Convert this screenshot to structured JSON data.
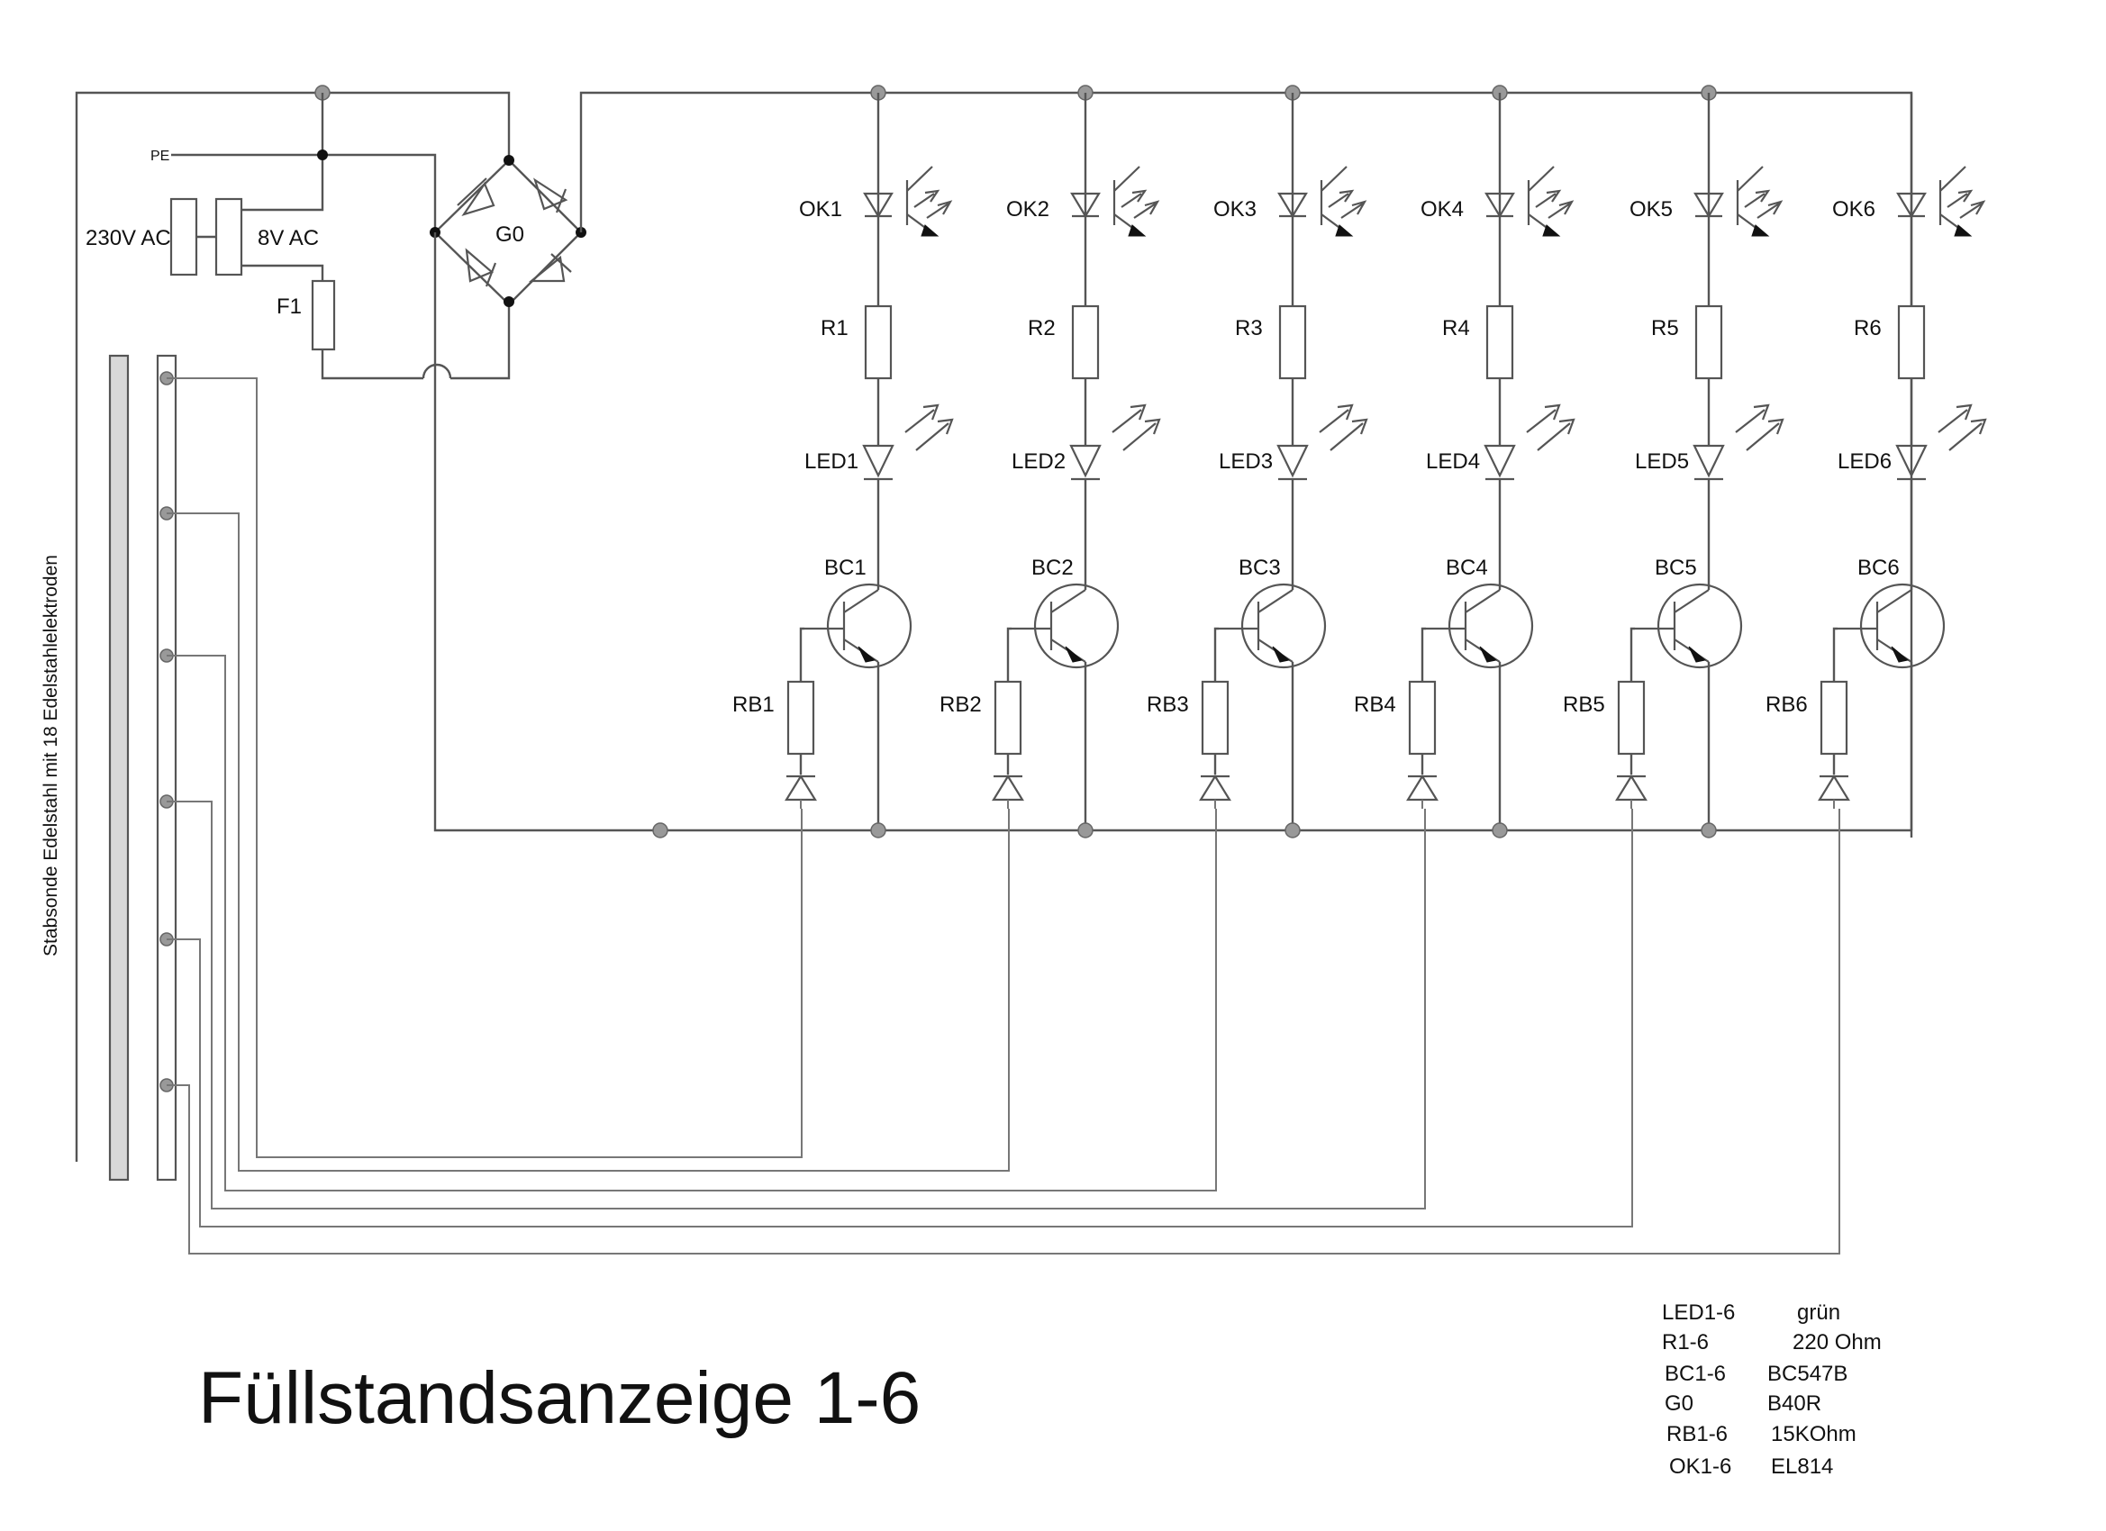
{
  "supply": {
    "pe_label": "PE",
    "primary_label": "230V AC",
    "secondary_label": "8V AC",
    "fuse_label": "F1",
    "rectifier_label": "G0"
  },
  "probe": {
    "label": "Stabsonde Edelstahl mit 18 Edelstahlelektroden"
  },
  "channels": [
    {
      "ok": "OK1",
      "r": "R1",
      "led": "LED1",
      "bc": "BC1",
      "rb": "RB1"
    },
    {
      "ok": "OK2",
      "r": "R2",
      "led": "LED2",
      "bc": "BC2",
      "rb": "RB2"
    },
    {
      "ok": "OK3",
      "r": "R3",
      "led": "LED3",
      "bc": "BC3",
      "rb": "RB3"
    },
    {
      "ok": "OK4",
      "r": "R4",
      "led": "LED4",
      "bc": "BC4",
      "rb": "RB4"
    },
    {
      "ok": "OK5",
      "r": "R5",
      "led": "LED5",
      "bc": "BC5",
      "rb": "RB5"
    },
    {
      "ok": "OK6",
      "r": "R6",
      "led": "LED6",
      "bc": "BC6",
      "rb": "RB6"
    }
  ],
  "title": "Füllstandsanzeige 1-6",
  "parts_list": [
    {
      "part": "LED1-6",
      "value": "grün"
    },
    {
      "part": "R1-6",
      "value": "220 Ohm"
    },
    {
      "part": "BC1-6",
      "value": "BC547B"
    },
    {
      "part": "G0",
      "value": "B40R"
    },
    {
      "part": "RB1-6",
      "value": "15KOhm"
    },
    {
      "part": "OK1-6",
      "value": "EL814"
    }
  ]
}
